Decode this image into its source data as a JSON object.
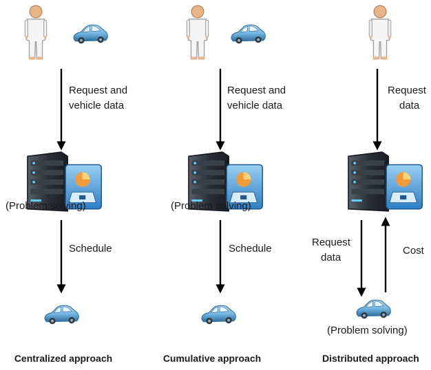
{
  "colors": {
    "arrow": "#000000",
    "car_body": "#6fb3de",
    "car_dark": "#2f6d9c",
    "server_dark": "#2b2f36",
    "server_light": "#5a616b",
    "monitor_blue": "#3d8fd1",
    "person_skin": "#e8b48a",
    "person_suit": "#f5f5f5"
  },
  "columns": [
    {
      "request_label": [
        "Request and",
        "vehicle data"
      ],
      "server_label": "(Problem solving)",
      "down_label": "Schedule",
      "title": "Centralized approach"
    },
    {
      "request_label": [
        "Request and",
        "vehicle data"
      ],
      "server_label": "(Problem solving)",
      "down_label": "Schedule",
      "title": "Cumulative approach"
    },
    {
      "request_label": [
        "Request",
        "data"
      ],
      "left_label": [
        "Request",
        "data"
      ],
      "right_label": "Cost",
      "car_label": "(Problem solving)",
      "title": "Distributed approach"
    }
  ]
}
